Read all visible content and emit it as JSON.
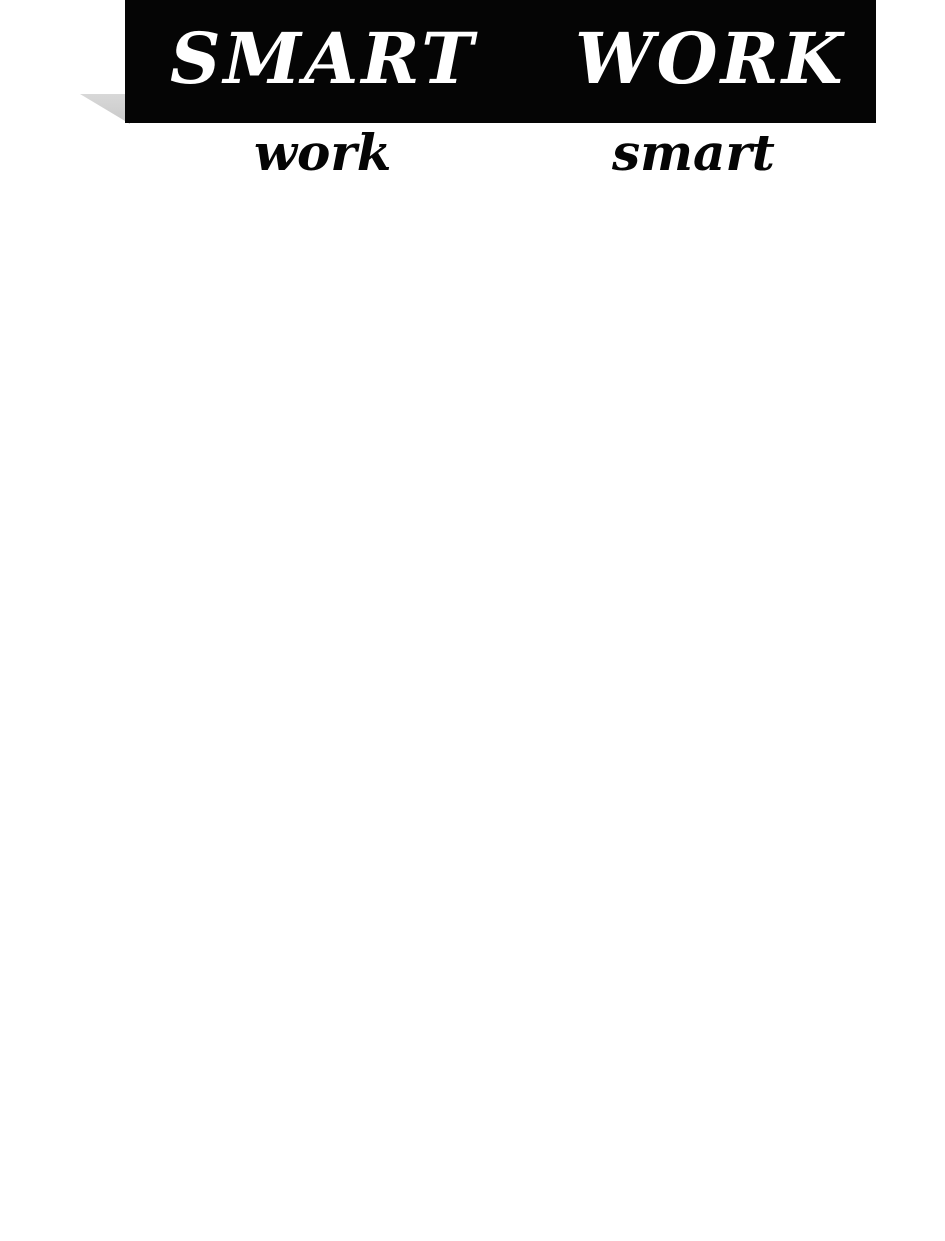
{
  "banner": {
    "left_word": "SMART",
    "right_word": "WORK"
  },
  "subtitle": {
    "left_word": "work",
    "right_word": "smart"
  },
  "colors": {
    "banner_background": "#050505",
    "banner_text": "#ffffff",
    "subtitle_text": "#050505",
    "page_background": "#ffffff"
  }
}
